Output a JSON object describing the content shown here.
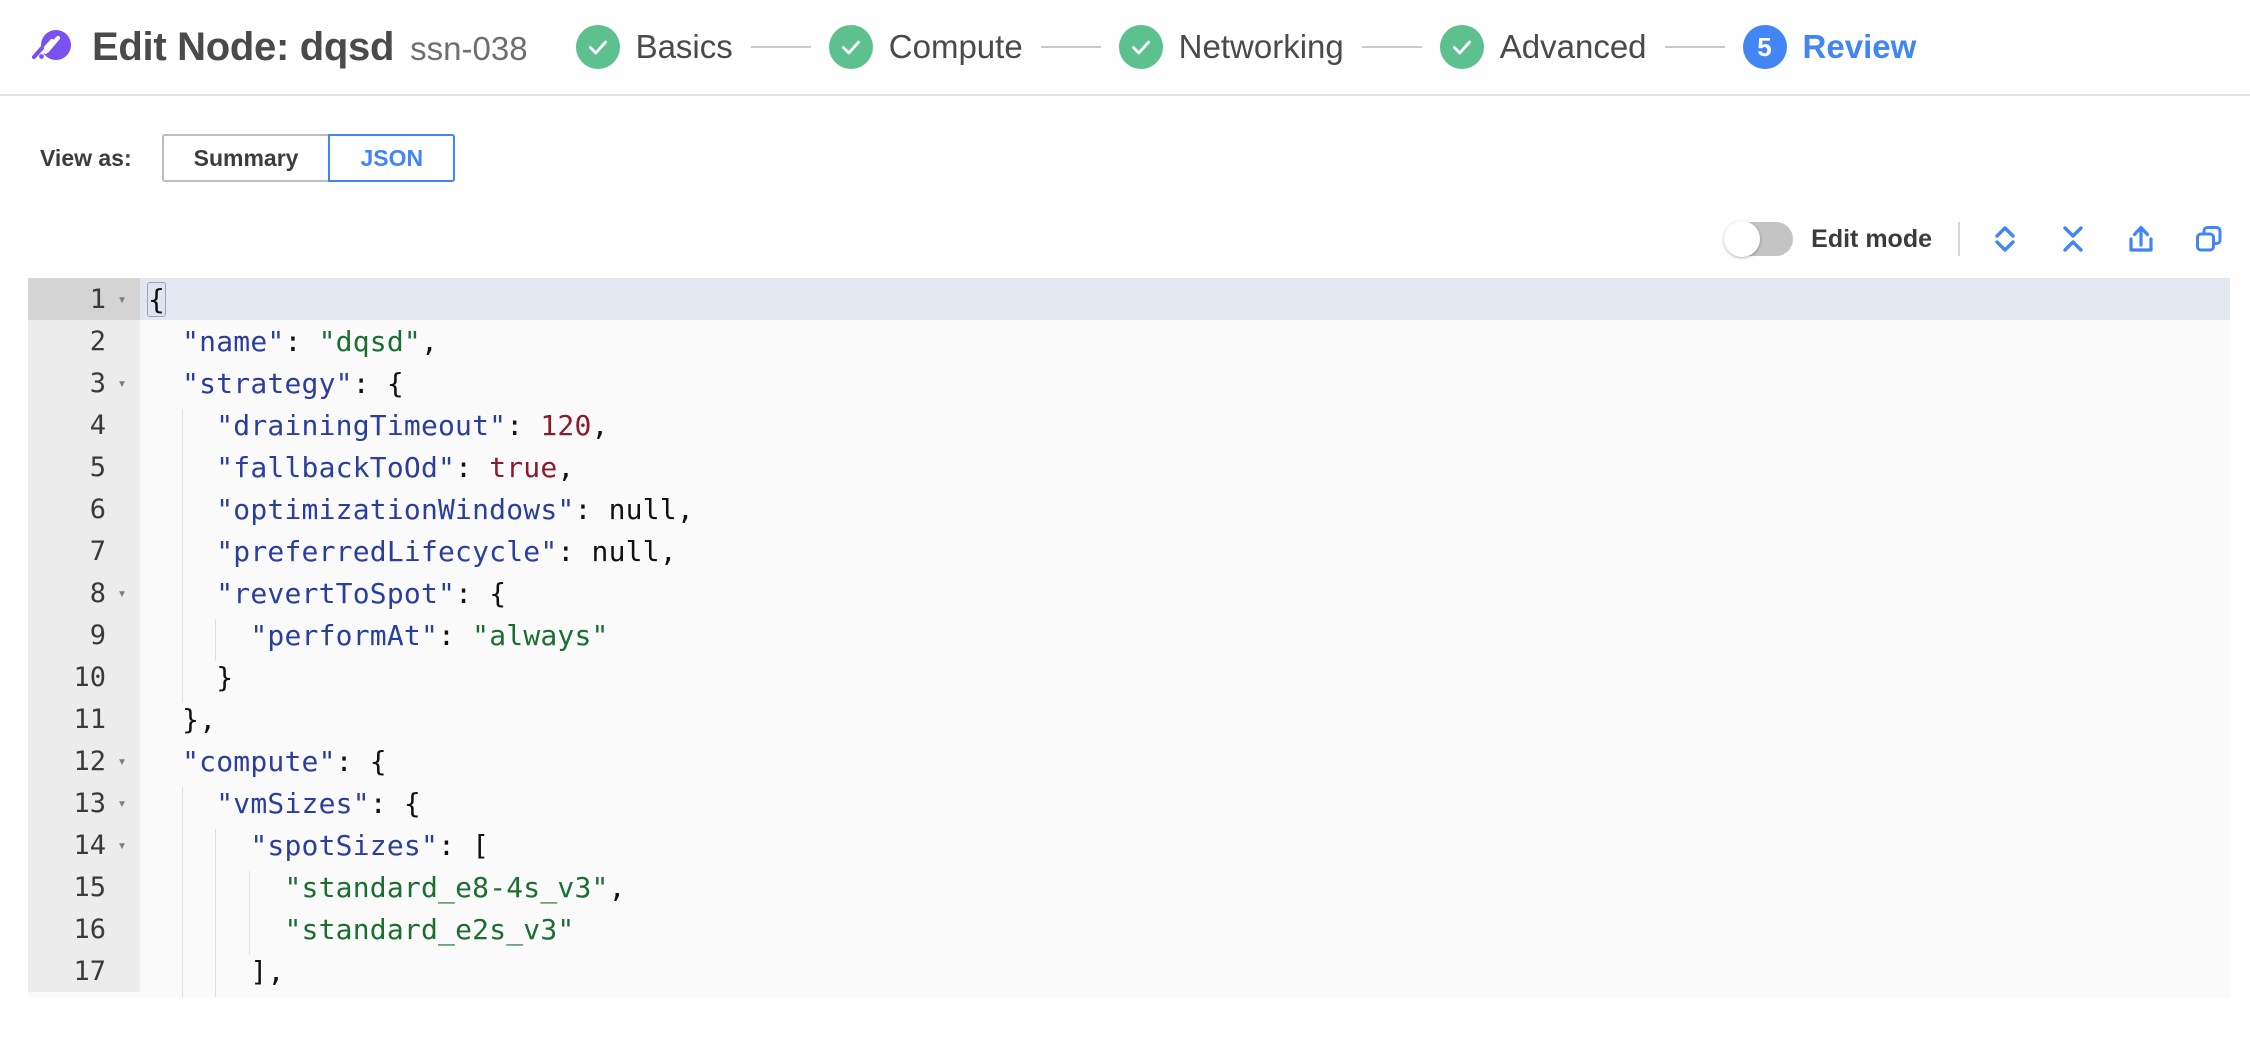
{
  "header": {
    "logo_icon": "spot-comet-logo",
    "title": "Edit Node: dqsd",
    "subtitle": "ssn-038",
    "stepper": [
      {
        "label": "Basics",
        "state": "done",
        "marker": "check"
      },
      {
        "label": "Compute",
        "state": "done",
        "marker": "check"
      },
      {
        "label": "Networking",
        "state": "done",
        "marker": "check"
      },
      {
        "label": "Advanced",
        "state": "done",
        "marker": "check"
      },
      {
        "label": "Review",
        "state": "active",
        "marker": "5"
      }
    ]
  },
  "view_as": {
    "label": "View as:",
    "options": [
      "Summary",
      "JSON"
    ],
    "selected": "JSON"
  },
  "editor_toolbar": {
    "edit_mode_label": "Edit mode",
    "edit_mode_on": false,
    "icons": [
      {
        "name": "expand-all-icon",
        "title": "Expand all"
      },
      {
        "name": "collapse-all-icon",
        "title": "Collapse all"
      },
      {
        "name": "share-export-icon",
        "title": "Export"
      },
      {
        "name": "copy-icon",
        "title": "Copy"
      }
    ]
  },
  "colors": {
    "brand_purple": "#7a52f4",
    "accent_blue": "#4285f4",
    "success_green": "#5cc08f",
    "json_key": "#2a3f9d",
    "json_string": "#1b6e30",
    "json_number": "#8b1a2b",
    "gutter_bg": "#ececec",
    "current_line_bg": "#e3e8f0"
  },
  "json_editor": {
    "current_line": 1,
    "lines": [
      {
        "n": 1,
        "fold": "open",
        "indent": 0,
        "text": "{"
      },
      {
        "n": 2,
        "fold": "",
        "indent": 1,
        "text": "  \"name\": \"dqsd\","
      },
      {
        "n": 3,
        "fold": "open",
        "indent": 1,
        "text": "  \"strategy\": {"
      },
      {
        "n": 4,
        "fold": "",
        "indent": 2,
        "text": "    \"drainingTimeout\": 120,"
      },
      {
        "n": 5,
        "fold": "",
        "indent": 2,
        "text": "    \"fallbackToOd\": true,"
      },
      {
        "n": 6,
        "fold": "",
        "indent": 2,
        "text": "    \"optimizationWindows\": null,"
      },
      {
        "n": 7,
        "fold": "",
        "indent": 2,
        "text": "    \"preferredLifecycle\": null,"
      },
      {
        "n": 8,
        "fold": "open",
        "indent": 2,
        "text": "    \"revertToSpot\": {"
      },
      {
        "n": 9,
        "fold": "",
        "indent": 3,
        "text": "      \"performAt\": \"always\""
      },
      {
        "n": 10,
        "fold": "",
        "indent": 2,
        "text": "    }"
      },
      {
        "n": 11,
        "fold": "",
        "indent": 1,
        "text": "  },"
      },
      {
        "n": 12,
        "fold": "open",
        "indent": 1,
        "text": "  \"compute\": {"
      },
      {
        "n": 13,
        "fold": "open",
        "indent": 2,
        "text": "    \"vmSizes\": {"
      },
      {
        "n": 14,
        "fold": "open",
        "indent": 3,
        "text": "      \"spotSizes\": ["
      },
      {
        "n": 15,
        "fold": "",
        "indent": 4,
        "text": "        \"standard_e8-4s_v3\","
      },
      {
        "n": 16,
        "fold": "",
        "indent": 4,
        "text": "        \"standard_e2s_v3\""
      },
      {
        "n": 17,
        "fold": "",
        "indent": 3,
        "text": "      ],"
      }
    ],
    "document": {
      "name": "dqsd",
      "strategy": {
        "drainingTimeout": 120,
        "fallbackToOd": true,
        "optimizationWindows": null,
        "preferredLifecycle": null,
        "revertToSpot": {
          "performAt": "always"
        }
      },
      "compute": {
        "vmSizes": {
          "spotSizes": [
            "standard_e8-4s_v3",
            "standard_e2s_v3"
          ]
        }
      }
    }
  }
}
